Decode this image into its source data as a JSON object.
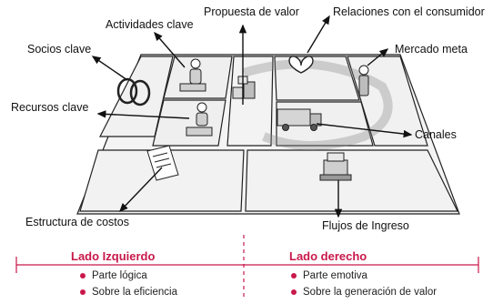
{
  "labels": {
    "propuesta": "Propuesta de valor",
    "relaciones": "Relaciones con el consumidor",
    "actividades": "Actividades clave",
    "socios": "Socios clave",
    "mercado": "Mercado meta",
    "recursos": "Recursos clave",
    "canales": "Canales",
    "estructura": "Estructura de costos",
    "flujos": "Flujos de Ingreso"
  },
  "legend": {
    "left": {
      "title": "Lado Izquierdo",
      "items": [
        "Parte lógica",
        "Sobre la eficiencia"
      ]
    },
    "right": {
      "title": "Lado derecho",
      "items": [
        "Parte emotiva",
        "Sobre la generación de valor"
      ]
    }
  },
  "colors": {
    "accent": "#c8184a",
    "line": "#111111",
    "board": "#f3f3f3"
  },
  "icons": [
    "rings-icon",
    "worker-icon",
    "gift-boxes-icon",
    "heart-icon",
    "person-icon",
    "truck-icon",
    "cash-register-icon",
    "invoice-icon"
  ]
}
